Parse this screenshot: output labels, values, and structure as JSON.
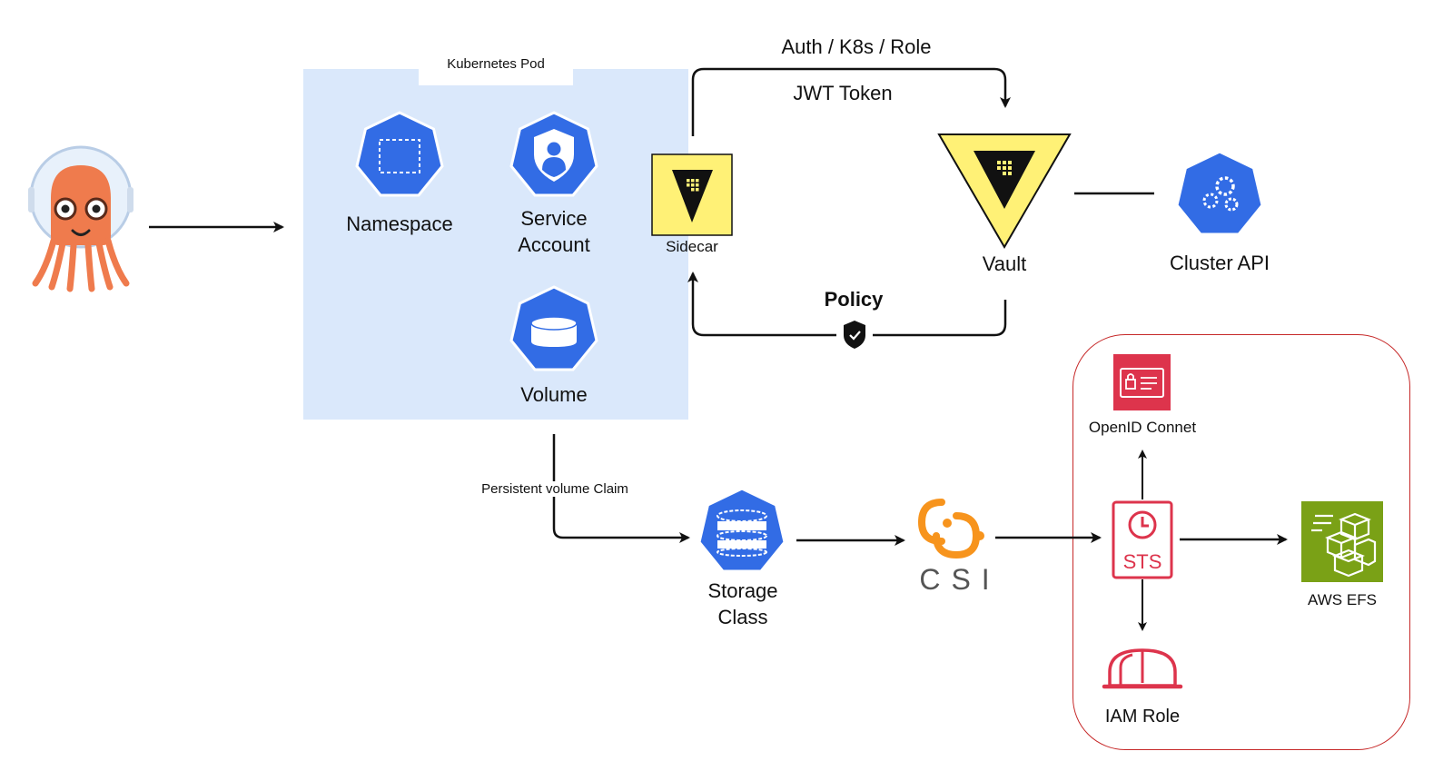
{
  "pod": {
    "title": "Kubernetes Pod"
  },
  "nodes": {
    "namespace": "Namespace",
    "service_account": "Service\nAccount",
    "volume": "Volume",
    "sidecar": "Sidecar",
    "vault": "Vault",
    "cluster_api": "Cluster API",
    "storage_class": "Storage\nClass",
    "csi": "CSI",
    "openid": "OpenID Connet",
    "sts": "STS",
    "iam_role": "IAM Role",
    "aws_efs": "AWS EFS"
  },
  "edges": {
    "auth": "Auth / K8s / Role",
    "jwt": "JWT Token",
    "policy": "Policy",
    "pvc": "Persistent volume Claim"
  },
  "colors": {
    "k8s_blue": "#326ce5",
    "pod_bg": "#dae8fb",
    "vault_yellow": "#fff176",
    "argo_orange": "#ef7b4d",
    "aws_red": "#dd344c",
    "aws_green": "#7aa116",
    "csi_orange": "#f7941d",
    "aws_border": "#c62828"
  },
  "icons": {
    "argo": "argo-octopus-icon",
    "namespace": "namespace-icon",
    "service_account": "service-account-icon",
    "volume": "volume-icon",
    "sidecar": "vault-sidecar-icon",
    "vault": "vault-icon",
    "cluster_api": "cluster-api-icon",
    "storage_class": "storage-class-icon",
    "csi": "csi-icon",
    "openid": "openid-connect-icon",
    "sts": "sts-icon",
    "iam_role": "iam-role-icon",
    "aws_efs": "aws-efs-icon",
    "policy": "shield-check-icon"
  }
}
